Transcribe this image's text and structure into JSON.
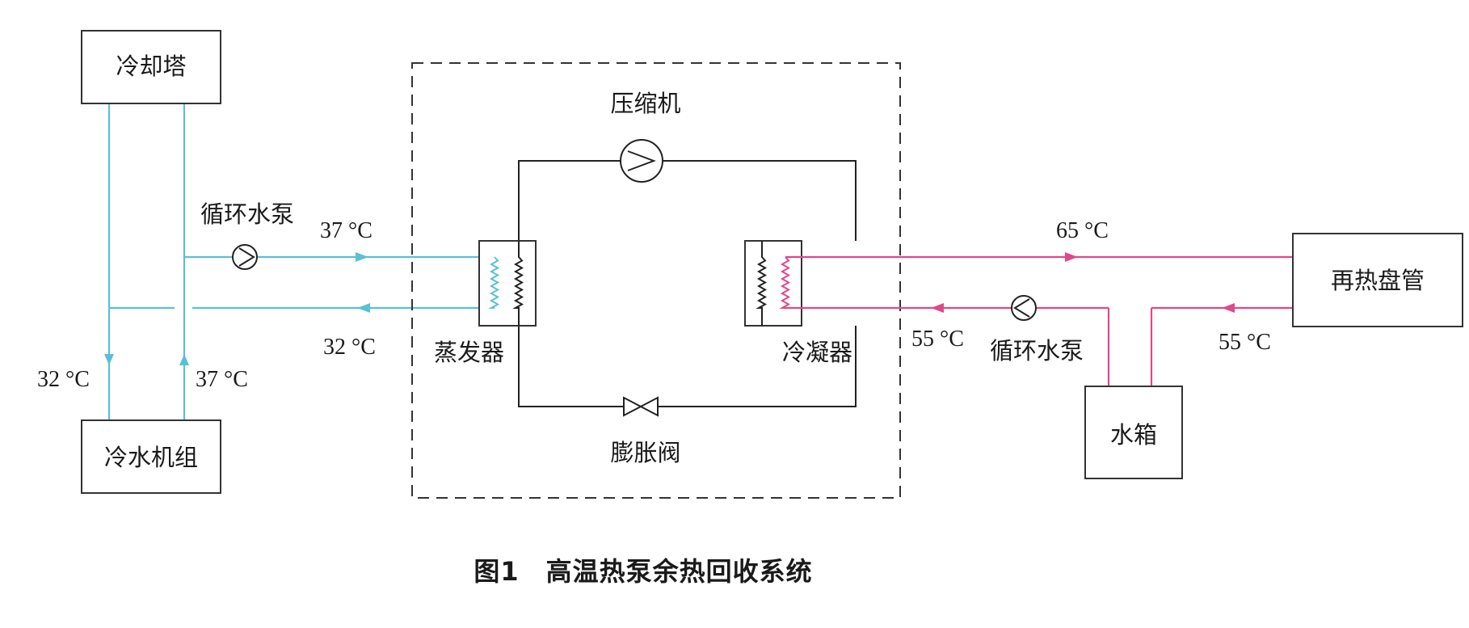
{
  "colors": {
    "cooling_water": "#5bbfd6",
    "hot_water": "#e0488a",
    "refrigerant": "#222222"
  },
  "labels": {
    "cooling_tower": "冷却塔",
    "chiller": "冷水机组",
    "pump_left": "循环水泵",
    "pump_right": "循环水泵",
    "compressor": "压缩机",
    "expansion_valve": "膨胀阀",
    "evaporator": "蒸发器",
    "condenser": "冷凝器",
    "reheat_coil": "再热盘管",
    "water_tank": "水箱"
  },
  "temperatures": {
    "evap_supply": "37 °C",
    "evap_return": "32 °C",
    "tower_down": "32 °C",
    "chiller_up": "37 °C",
    "cond_supply": "65 °C",
    "cond_return": "55 °C",
    "coil_return": "55 °C"
  },
  "caption": "图1　高温热泵余热回收系统"
}
